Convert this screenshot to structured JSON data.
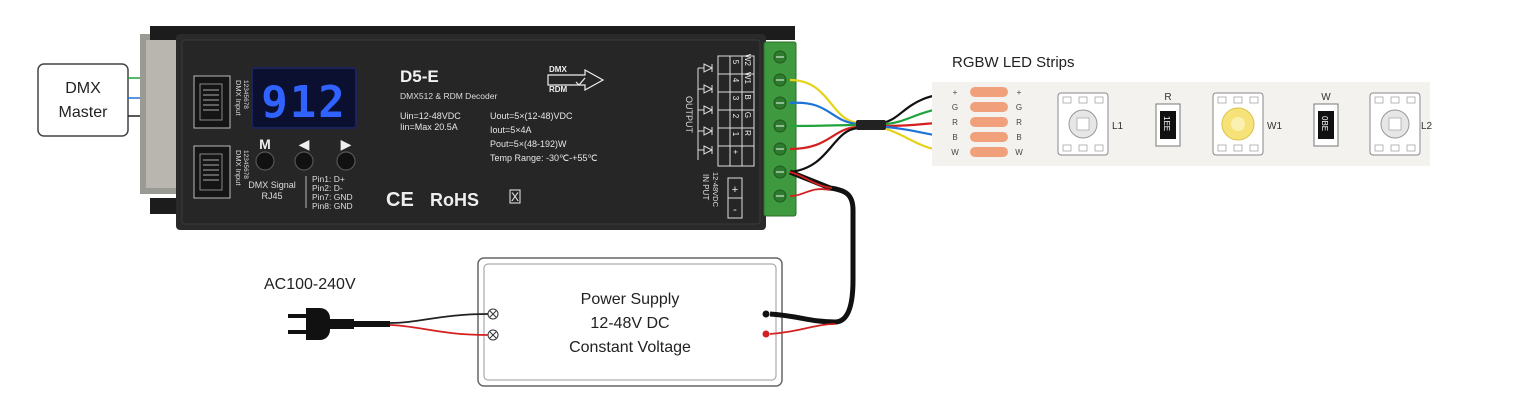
{
  "dmx_master": {
    "line1": "DMX",
    "line2": "Master"
  },
  "decoder": {
    "model": "D5-E",
    "subtitle": "DMX512 & RDM Decoder",
    "display": "912",
    "dmx_logo_top": "DMX",
    "dmx_logo_bottom": "RDM",
    "specs": {
      "uin": "Uin=12-48VDC",
      "iin": "Iin=Max 20.5A",
      "uout": "Uout=5×(12-48)VDC",
      "iout": "Iout=5×4A",
      "pout": "Pout=5×(48-192)W",
      "temp": "Temp Range: -30℃-+55℃"
    },
    "buttons": {
      "m": "M",
      "left": "◀",
      "right": "▶"
    },
    "dmx_input_label": "DMX Input",
    "dmx_input_pins": "12345678",
    "rj45_label_1": "DMX Signal",
    "rj45_label_2": "RJ45",
    "pins": [
      "Pin1: D+",
      "Pin2: D-",
      "Pin7: GND",
      "Pin8: GND"
    ],
    "cert": {
      "ce": "CE",
      "rohs": "RoHS",
      "bin": "X"
    },
    "output_label": "OUTPUT",
    "output_channels": [
      "5",
      "4",
      "3",
      "2",
      "1",
      "+"
    ],
    "output_extra": [
      "W2",
      "W1",
      "B",
      "G",
      "R",
      ""
    ],
    "input_label_1": "IN PUT",
    "input_label_2": "12-48VDC",
    "input_terminals": [
      "+",
      "-"
    ]
  },
  "led_strip": {
    "title": "RGBW LED Strips",
    "pads_left": [
      "+",
      "G",
      "R",
      "B",
      "W"
    ],
    "pads_right": [
      "+",
      "G",
      "R",
      "B",
      "W"
    ],
    "chips": [
      "L1",
      "W1",
      "L2"
    ],
    "resistor_labels": [
      "R",
      "W"
    ],
    "resistor_codes": [
      "1EE",
      "0BE"
    ]
  },
  "power_supply": {
    "line1": "Power Supply",
    "line2": "12-48V DC",
    "line3": "Constant Voltage"
  },
  "ac_label": "AC100-240V",
  "colors": {
    "decoder_body": "#2a2a2a",
    "display_bg": "#0b1030",
    "display_digits": "#2f62ff",
    "terminal_green": "#3f9a3f",
    "wire_yellow": "#e7d21a",
    "wire_blue": "#1e73d8",
    "wire_green": "#1fa33a",
    "wire_red": "#d42020",
    "wire_black": "#111111",
    "strip_bg": "#f3f2ee",
    "pad_orange": "#f0a07a"
  }
}
